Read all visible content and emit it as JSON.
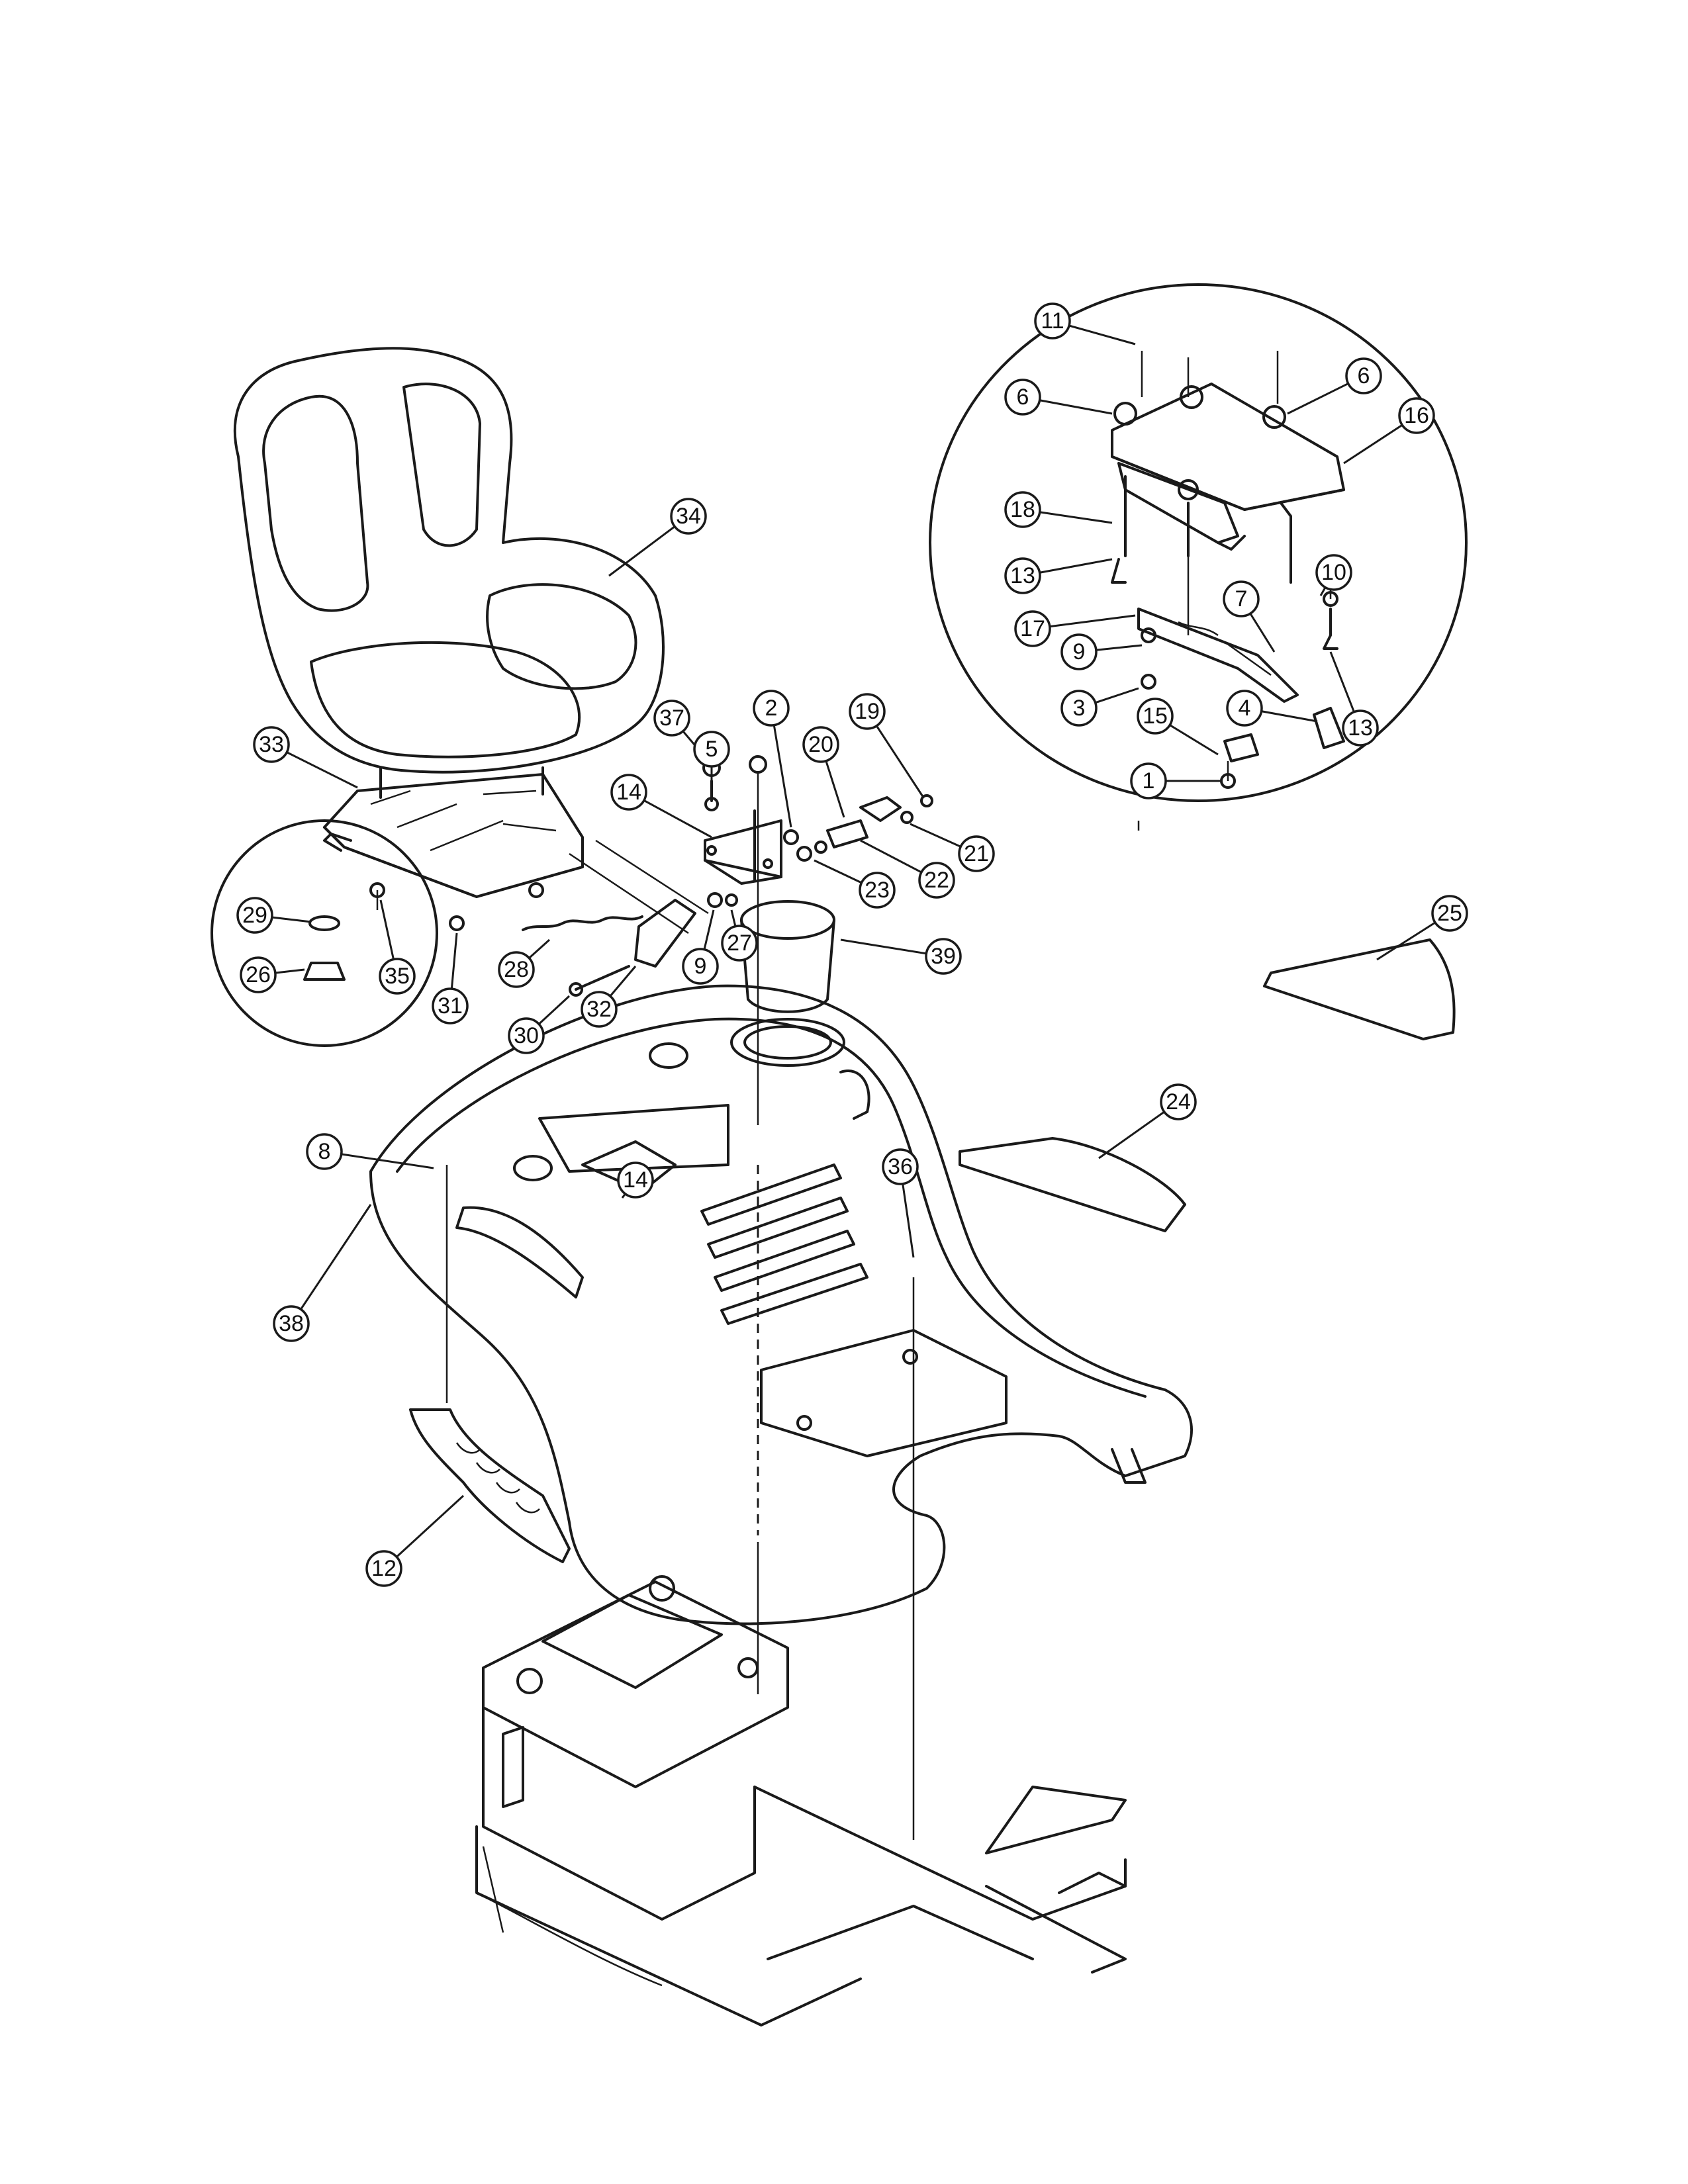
{
  "diagram": {
    "callouts": [
      {
        "label": "34"
      },
      {
        "label": "33"
      },
      {
        "label": "29"
      },
      {
        "label": "26"
      },
      {
        "label": "35"
      },
      {
        "label": "31"
      },
      {
        "label": "28"
      },
      {
        "label": "30"
      },
      {
        "label": "32"
      },
      {
        "label": "9"
      },
      {
        "label": "27"
      },
      {
        "label": "39"
      },
      {
        "label": "37"
      },
      {
        "label": "5"
      },
      {
        "label": "14"
      },
      {
        "label": "2"
      },
      {
        "label": "20"
      },
      {
        "label": "19"
      },
      {
        "label": "21"
      },
      {
        "label": "22"
      },
      {
        "label": "23"
      },
      {
        "label": "11"
      },
      {
        "label": "6"
      },
      {
        "label": "6"
      },
      {
        "label": "16"
      },
      {
        "label": "18"
      },
      {
        "label": "13"
      },
      {
        "label": "10"
      },
      {
        "label": "7"
      },
      {
        "label": "17"
      },
      {
        "label": "9"
      },
      {
        "label": "3"
      },
      {
        "label": "4"
      },
      {
        "label": "13"
      },
      {
        "label": "15"
      },
      {
        "label": "1"
      },
      {
        "label": "25"
      },
      {
        "label": "24"
      },
      {
        "label": "8"
      },
      {
        "label": "14"
      },
      {
        "label": "36"
      },
      {
        "label": "38"
      },
      {
        "label": "12"
      }
    ]
  }
}
